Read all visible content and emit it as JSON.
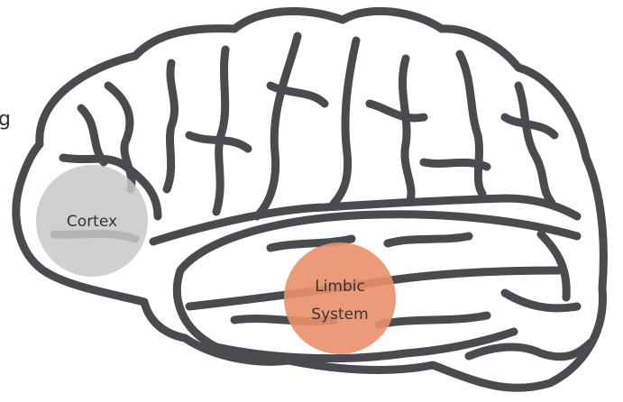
{
  "edge_fragment": "g",
  "regions": {
    "cortex": {
      "label": "Cortex",
      "color": "#c9c7c7"
    },
    "limbic": {
      "label_line1": "Limbic",
      "label_line2": "System",
      "color": "#e9906a"
    }
  },
  "brain": {
    "outline_color": "#4a4b4f",
    "fill_color": "#ffffff"
  }
}
